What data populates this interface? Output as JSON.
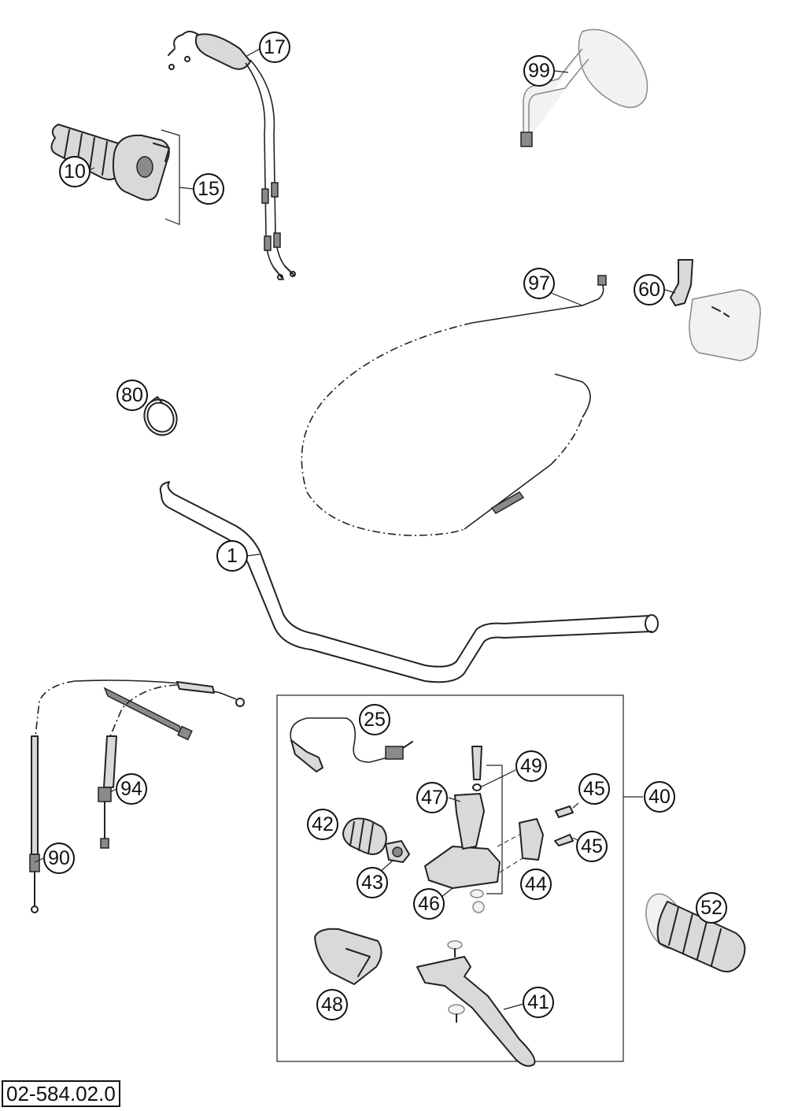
{
  "drawing_number": "02-584.02.0",
  "callouts": [
    {
      "id": "1",
      "label": "1"
    },
    {
      "id": "10",
      "label": "10"
    },
    {
      "id": "15",
      "label": "15"
    },
    {
      "id": "17",
      "label": "17"
    },
    {
      "id": "25",
      "label": "25"
    },
    {
      "id": "40",
      "label": "40"
    },
    {
      "id": "41",
      "label": "41"
    },
    {
      "id": "42",
      "label": "42"
    },
    {
      "id": "43",
      "label": "43"
    },
    {
      "id": "44",
      "label": "44"
    },
    {
      "id": "45a",
      "label": "45"
    },
    {
      "id": "45b",
      "label": "45"
    },
    {
      "id": "46",
      "label": "46"
    },
    {
      "id": "47",
      "label": "47"
    },
    {
      "id": "48",
      "label": "48"
    },
    {
      "id": "49",
      "label": "49"
    },
    {
      "id": "52",
      "label": "52"
    },
    {
      "id": "60",
      "label": "60"
    },
    {
      "id": "80",
      "label": "80"
    },
    {
      "id": "90",
      "label": "90"
    },
    {
      "id": "94",
      "label": "94"
    },
    {
      "id": "97",
      "label": "97"
    },
    {
      "id": "99",
      "label": "99"
    }
  ]
}
